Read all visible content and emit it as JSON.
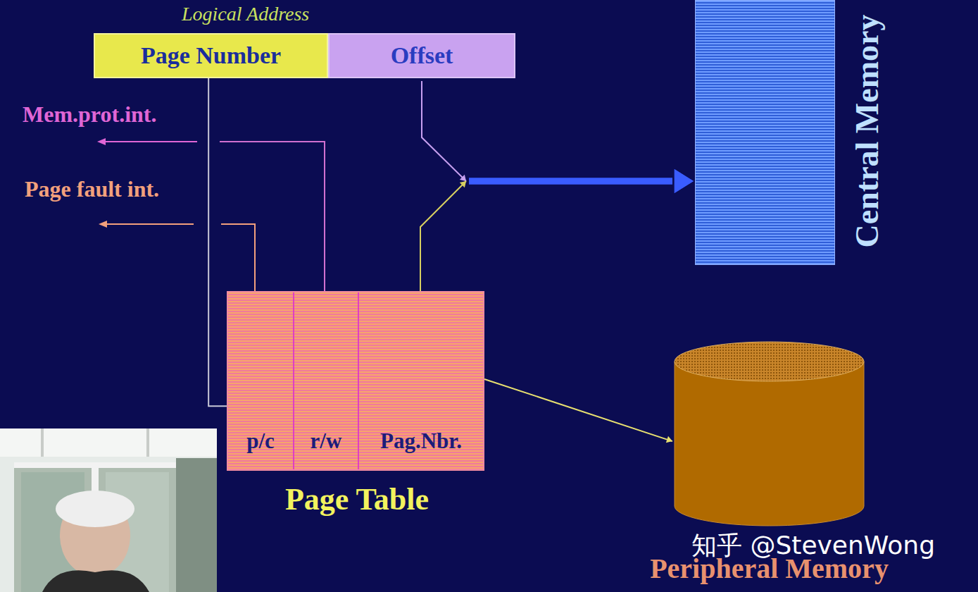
{
  "diagram": {
    "title": "Logical Address",
    "nodes": [
      {
        "text": [
          "Page Number"
        ]
      },
      {
        "text": [
          "Offset"
        ]
      },
      {
        "text": [
          "Central Memory"
        ]
      },
      {
        "text": [
          "Page Table"
        ]
      },
      {
        "text": [
          "p/c"
        ],
        "in": 3
      },
      {
        "text": [
          "r/w"
        ],
        "in": 3
      },
      {
        "text": [
          "Pag.Nbr."
        ],
        "in": 3
      },
      {
        "text": [
          "Peripheral Memory"
        ]
      }
    ],
    "edges": [
      {
        "from": 0,
        "to": 3,
        "arrow": "none"
      },
      {
        "from": 1,
        "to": 2,
        "arrow": "to"
      },
      {
        "from": 6,
        "to": 2,
        "arrow": "to"
      },
      {
        "from": 3,
        "to": 7,
        "arrow": "to"
      }
    ],
    "labels": [
      "Mem.prot.int.",
      "Page fault int.",
      "知乎 @StevenWong"
    ]
  }
}
